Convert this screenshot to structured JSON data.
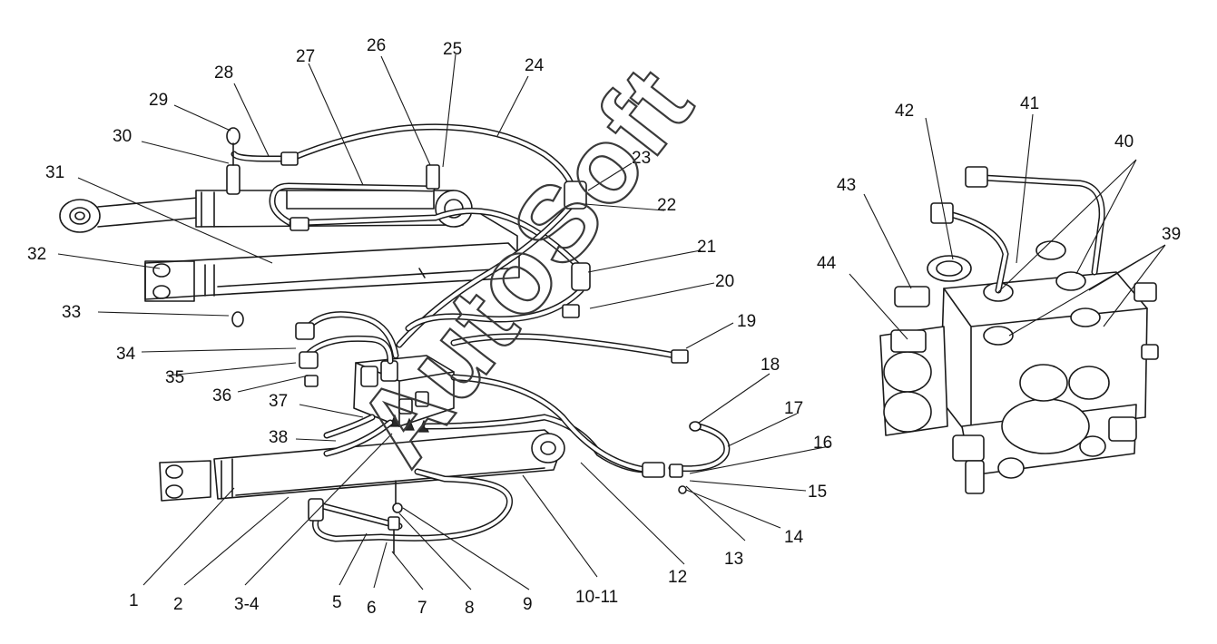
{
  "watermark": "AutoSoft",
  "callouts": {
    "l1": "1",
    "l2": "2",
    "l3": "3-4",
    "l5": "5",
    "l6": "6",
    "l7": "7",
    "l8": "8",
    "l9": "9",
    "l10": "10-11",
    "l12": "12",
    "l13": "13",
    "l14": "14",
    "l15": "15",
    "l16": "16",
    "l17": "17",
    "l18": "18",
    "l19": "19",
    "l20": "20",
    "l21": "21",
    "l22": "22",
    "l23": "23",
    "l24": "24",
    "l25": "25",
    "l26": "26",
    "l27": "27",
    "l28": "28",
    "l29": "29",
    "l30": "30",
    "l31": "31",
    "l32": "32",
    "l33": "33",
    "l34": "34",
    "l35": "35",
    "l36": "36",
    "l37": "37",
    "l38": "38",
    "l39": "39",
    "l40": "40",
    "l41": "41",
    "l42": "42",
    "l43": "43",
    "l44": "44"
  }
}
